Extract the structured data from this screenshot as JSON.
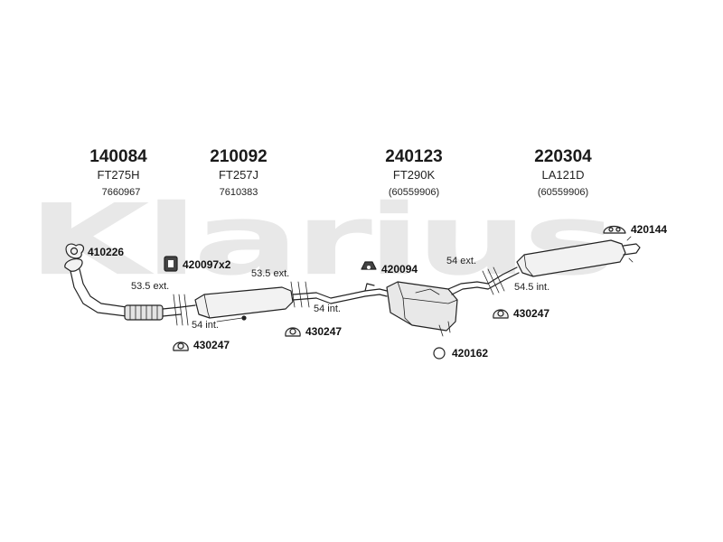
{
  "watermark": "Klarius",
  "parts": {
    "p1": {
      "number": "140084",
      "code": "FT275H",
      "ref": "7660967"
    },
    "p2": {
      "number": "210092",
      "code": "FT257J",
      "ref": "7610383"
    },
    "p3": {
      "number": "240123",
      "code": "FT290K",
      "ref": "(60559906)"
    },
    "p4": {
      "number": "220304",
      "code": "LA121D",
      "ref": "(60559906)"
    }
  },
  "fittings": {
    "f410226": "410226",
    "f420097": "420097x2",
    "f420094": "420094",
    "f420144": "420144",
    "f430247a": "430247",
    "f430247b": "430247",
    "f430247c": "430247",
    "f420162": "420162"
  },
  "dimensions": {
    "d1": "53.5 ext.",
    "d2": "54 int.",
    "d3": "53.5 ext.",
    "d4": "54 int.",
    "d5": "54 ext.",
    "d6": "54.5 int."
  },
  "colors": {
    "line": "#222222",
    "fill": "#f2f2f2",
    "watermark": "#e8e8e8"
  }
}
